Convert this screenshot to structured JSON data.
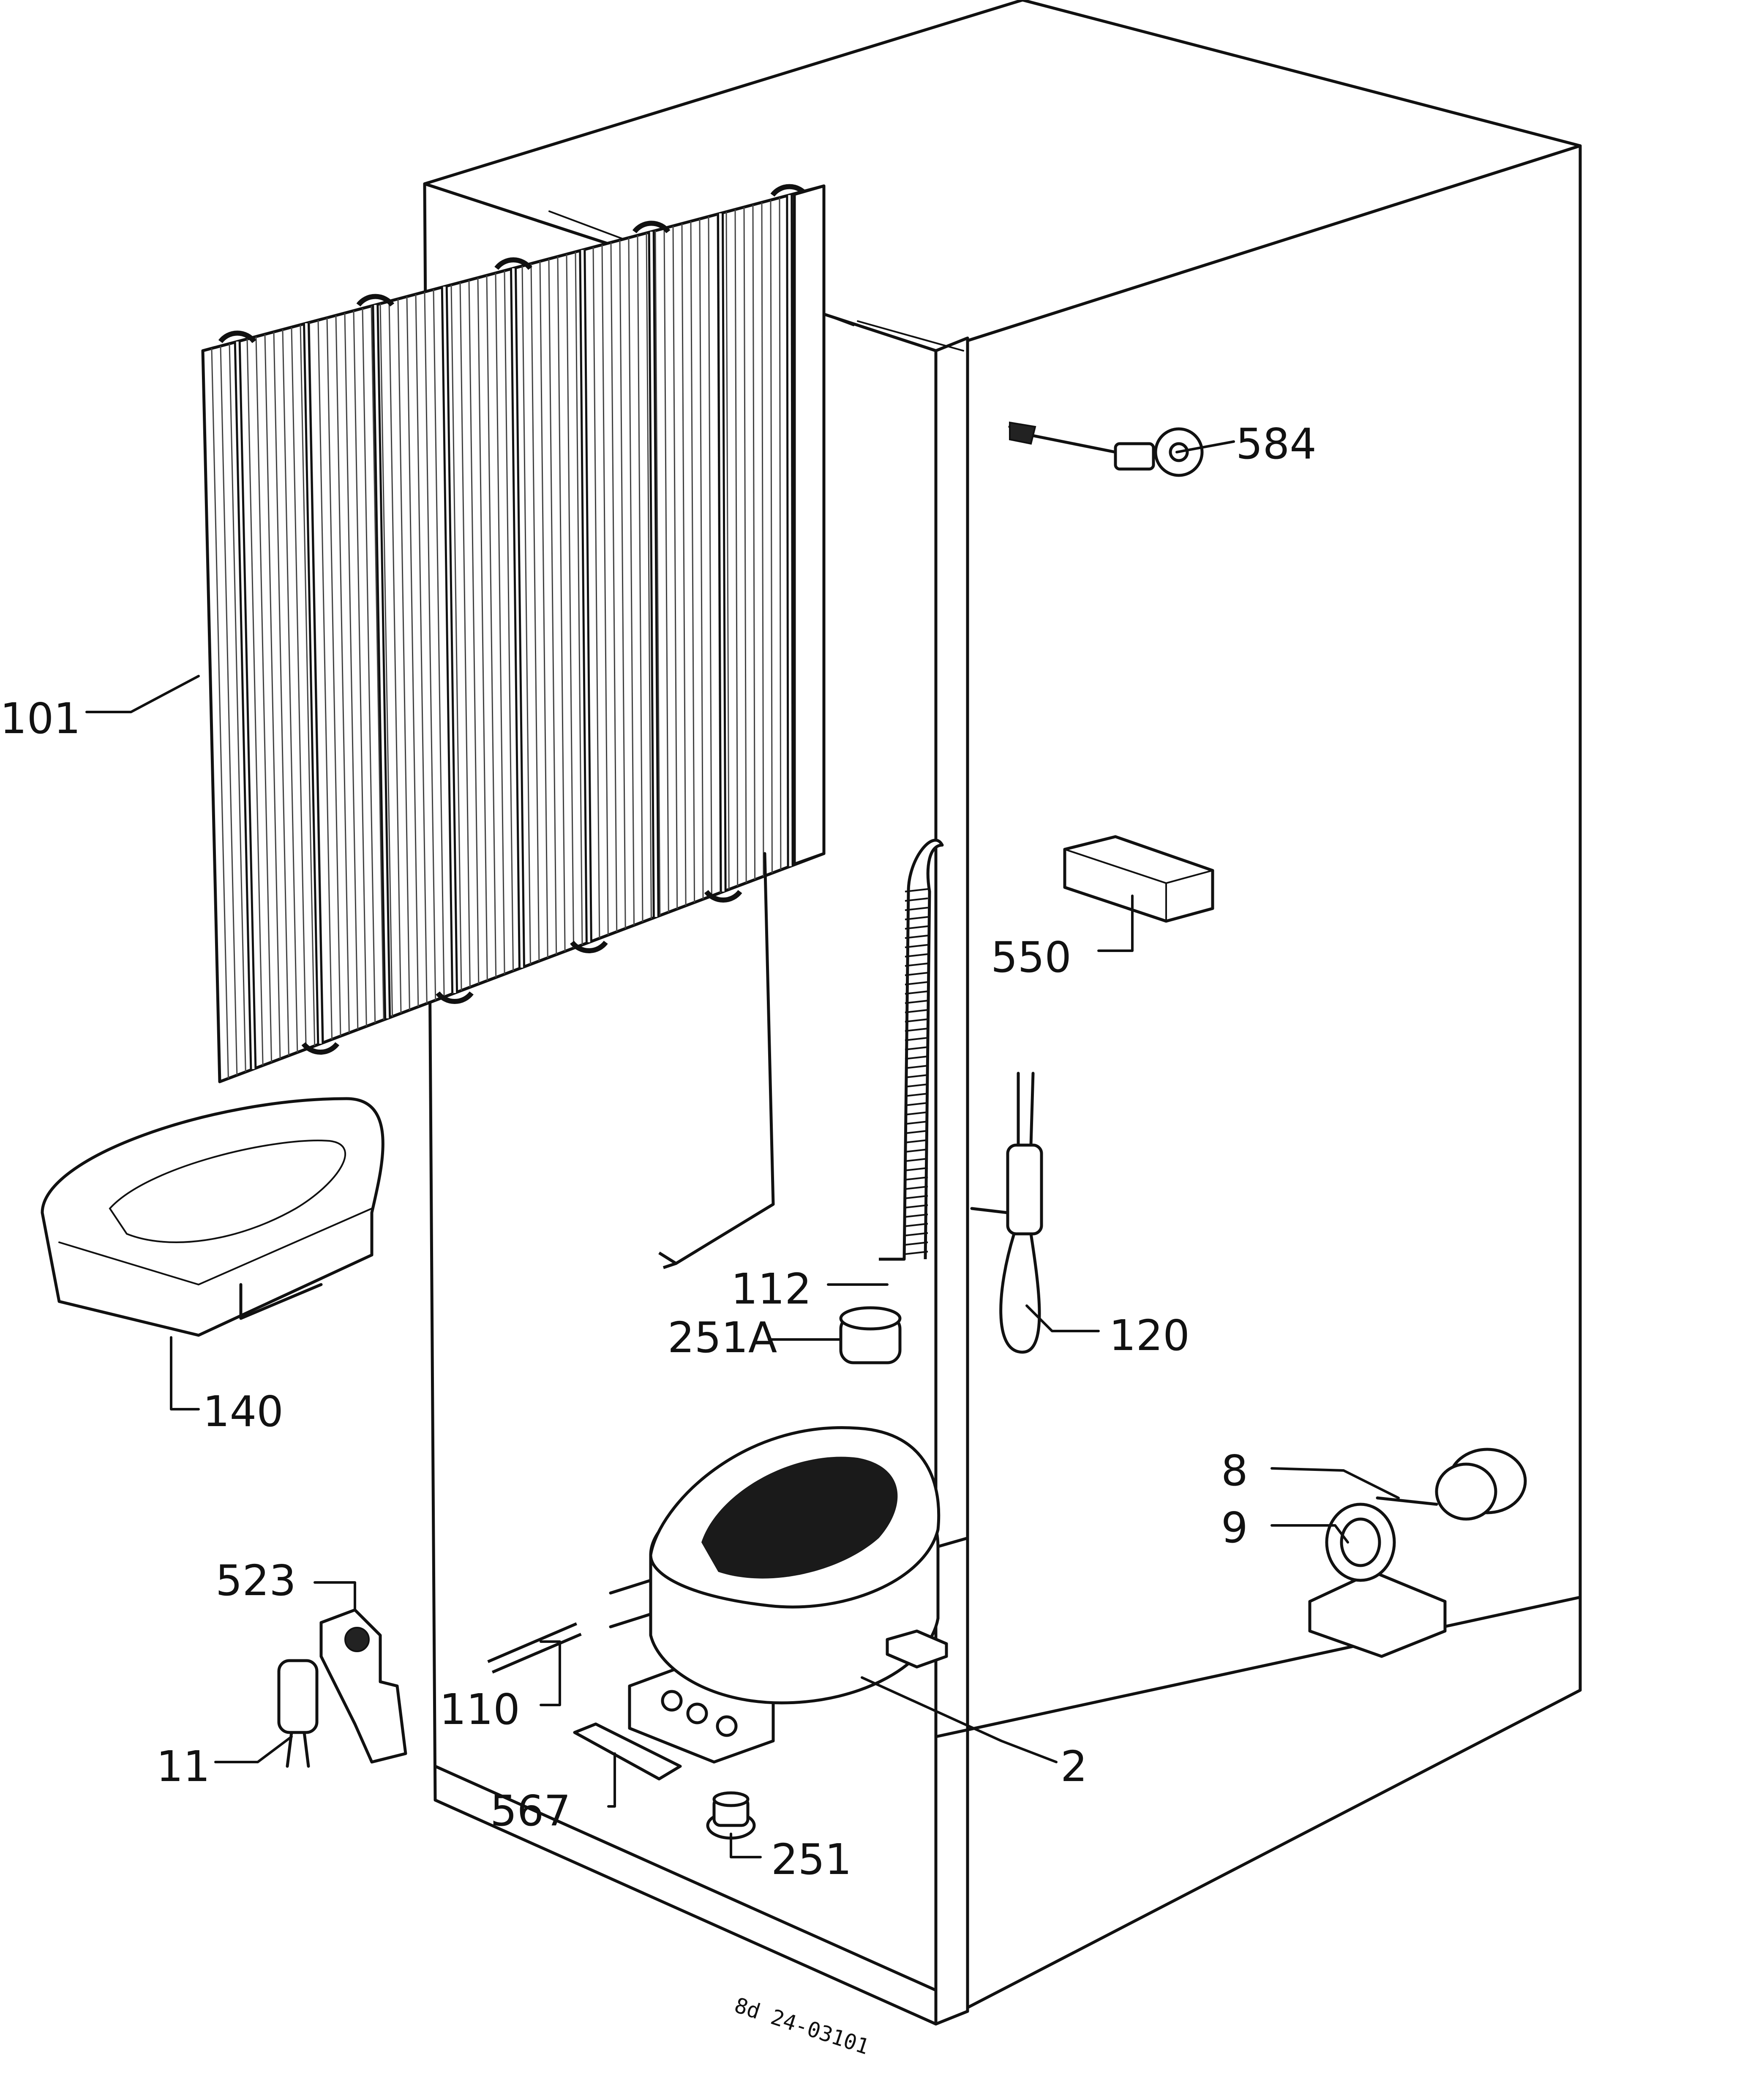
{
  "drawing_reference": "8d 24-03101",
  "callouts": {
    "101": "101",
    "584": "584",
    "550": "550",
    "112": "112",
    "251A": "251A",
    "120": "120",
    "140": "140",
    "8": "8",
    "9": "9",
    "523": "523",
    "110": "110",
    "11": "11",
    "2": "2",
    "567": "567",
    "251": "251"
  }
}
